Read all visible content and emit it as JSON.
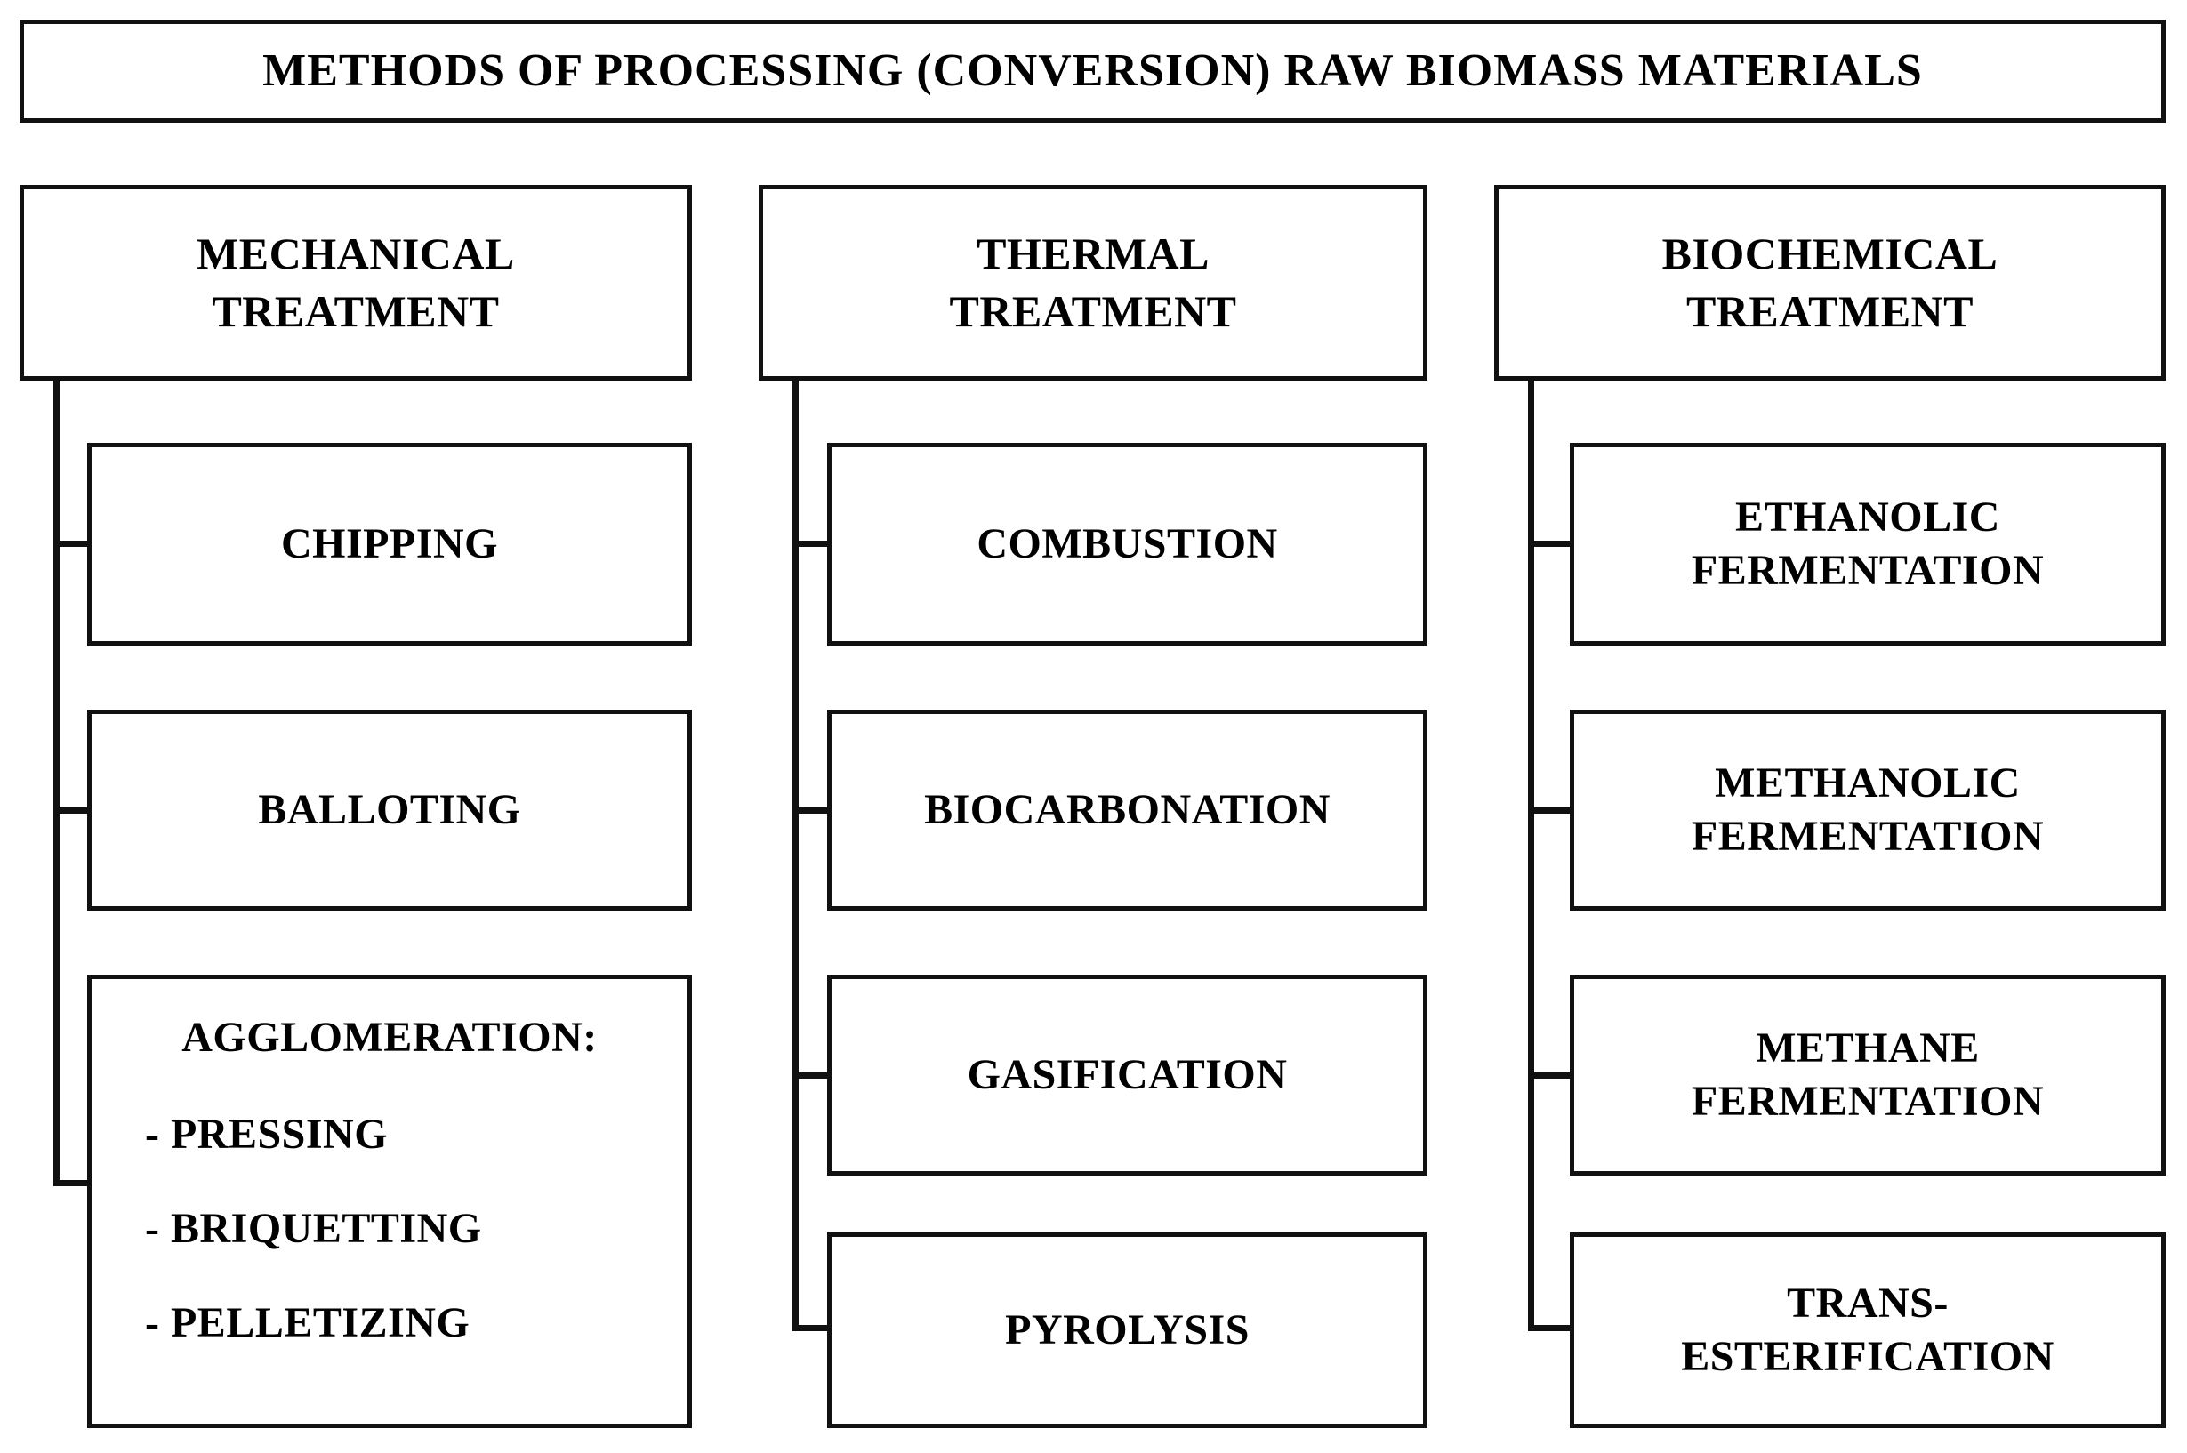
{
  "diagram": {
    "title": "METHODS OF PROCESSING (CONVERSION) RAW BIOMASS MATERIALS",
    "colors": {
      "line": "#111111",
      "background": "#ffffff",
      "text": "#000000"
    },
    "columns": [
      {
        "id": "mechanical",
        "header": "MECHANICAL TREATMENT",
        "header_line1": "MECHANICAL",
        "header_line2": "TREATMENT",
        "children": [
          {
            "id": "chipping",
            "label": "CHIPPING"
          },
          {
            "id": "balloting",
            "label": "BALLOTING"
          },
          {
            "id": "agglomeration",
            "label": "AGGLOMERATION:",
            "sub_items": [
              "- PRESSING",
              "- BRIQUETTING",
              "- PELLETIZING"
            ]
          }
        ]
      },
      {
        "id": "thermal",
        "header": "THERMAL TREATMENT",
        "header_line1": "THERMAL",
        "header_line2": "TREATMENT",
        "children": [
          {
            "id": "combustion",
            "label": "COMBUSTION"
          },
          {
            "id": "biocarbonation",
            "label": "BIOCARBONATION"
          },
          {
            "id": "gasification",
            "label": "GASIFICATION"
          },
          {
            "id": "pyrolysis",
            "label": "PYROLYSIS"
          }
        ]
      },
      {
        "id": "biochemical",
        "header": "BIOCHEMICAL TREATMENT",
        "header_line1": "BIOCHEMICAL",
        "header_line2": "TREATMENT",
        "children": [
          {
            "id": "ethanolic",
            "label": "ETHANOLIC FERMENTATION",
            "line1": "ETHANOLIC",
            "line2": "FERMENTATION"
          },
          {
            "id": "methanolic",
            "label": "METHANOLIC FERMENTATION",
            "line1": "METHANOLIC",
            "line2": "FERMENTATION"
          },
          {
            "id": "methane",
            "label": "METHANE FERMENTATION",
            "line1": "METHANE",
            "line2": "FERMENTATION"
          },
          {
            "id": "trans",
            "label": "TRANS-ESTERIFICATION",
            "line1": "TRANS-",
            "line2": "ESTERIFICATION"
          }
        ]
      }
    ]
  }
}
